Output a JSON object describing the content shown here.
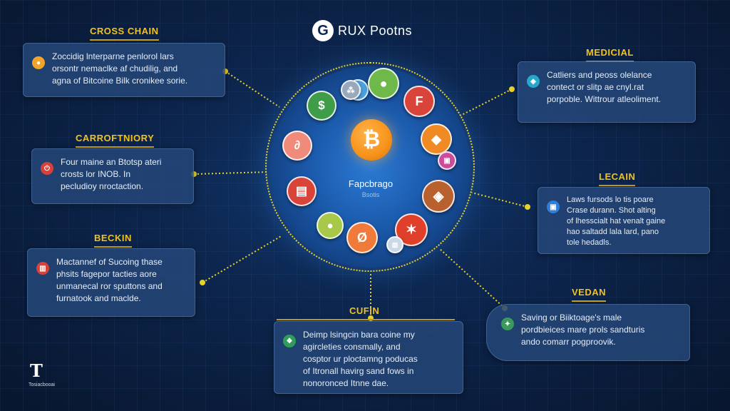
{
  "title": "RUX Pootns",
  "hub": {
    "label": "Fapcbrago",
    "sub": "Bsotis"
  },
  "brand": {
    "caption": "Tosiacbooai"
  },
  "colors": {
    "accent": "#f3c21a",
    "card": "#24467a",
    "connector": "#e9d22a"
  },
  "sections": [
    {
      "heading": "CROSS CHAIN",
      "icon": "coin-icon",
      "icon_color": "#f0a52a",
      "lines": [
        "Zoccidig lnterparne penlorol lars",
        "orsontr nemaclke af chudilig, and",
        "agna of Bitcoine Bilk cronikee sorie."
      ]
    },
    {
      "heading": "CARROFTNIORY",
      "icon": "power-icon",
      "icon_color": "#d8413a",
      "lines": [
        "Four maine an Btotsp ateri",
        "crosts lor INOB. In",
        "pecludioy nroctaction."
      ]
    },
    {
      "heading": "BECKIN",
      "icon": "chart-icon",
      "icon_color": "#d8413a",
      "lines": [
        "Mactannef of Sucoing thase",
        "phsits fagepor tacties aore",
        "unmanecal ror sputtons and",
        "furnatook and maclde."
      ]
    },
    {
      "heading": "CUFIN",
      "icon": "leaf-icon",
      "icon_color": "#2e9d5a",
      "lines": [
        "Deimp lsingcin bara coine my",
        "agircleties consmally, and",
        "cosptor ur ploctamng poducas",
        "of Itronall havirg sand fows in",
        "nonoronced Itnne dae."
      ]
    },
    {
      "heading": "MEDICIAL",
      "icon": "shield-icon",
      "icon_color": "#29a7c9",
      "lines": [
        "Catliers and peoss olelance",
        "contect or slitp ae cnyl.rat",
        "porpoble. Wittrour atleoliment."
      ]
    },
    {
      "heading": "LECAIN",
      "icon": "lock-icon",
      "icon_color": "#2f7fd8",
      "lines": [
        "Laws fursods lo tis poare",
        "Crase durann. Shot alting",
        "of lhesscialt hat venalt gaine",
        "hao saltadd lala lard, pano",
        "tole hedadls."
      ]
    },
    {
      "heading": "VEDAN",
      "icon": "globe-icon",
      "icon_color": "#3a9a5c",
      "lines": [
        "Saving or Biiktoage's male",
        "pordbieices mare prols sandturis",
        "ando comarr pogproovik."
      ]
    }
  ],
  "coins": [
    {
      "icon": "chart-coin-icon",
      "glyph": "⊞",
      "color": "#4aa0e0"
    },
    {
      "icon": "green-coin-icon",
      "glyph": "●",
      "color": "#6fb84a"
    },
    {
      "icon": "flag-coin-icon",
      "glyph": "F",
      "color": "#d8443a"
    },
    {
      "icon": "cash-coin-icon",
      "glyph": "$",
      "color": "#3f9d4a"
    },
    {
      "icon": "orange-coin-icon",
      "glyph": "◆",
      "color": "#f08a24"
    },
    {
      "icon": "swirl-coin-icon",
      "glyph": "∂",
      "color": "#f08a7a"
    },
    {
      "icon": "cube-coin-icon",
      "glyph": "▣",
      "color": "#c94d9a"
    },
    {
      "icon": "map-coin-icon",
      "glyph": "▤",
      "color": "#d8443a"
    },
    {
      "icon": "ribbon-coin-icon",
      "glyph": "◈",
      "color": "#b9612e"
    },
    {
      "icon": "lime-coin-icon",
      "glyph": "●",
      "color": "#a8c84a"
    },
    {
      "icon": "orange2-coin-icon",
      "glyph": "Ø",
      "color": "#f07a3a"
    },
    {
      "icon": "fire-coin-icon",
      "glyph": "✶",
      "color": "#e0402a"
    },
    {
      "icon": "tower-coin-icon",
      "glyph": "▥",
      "color": "#cbd8e6"
    },
    {
      "icon": "dots-coin-icon",
      "glyph": "⁂",
      "color": "#9aa8bc"
    }
  ]
}
